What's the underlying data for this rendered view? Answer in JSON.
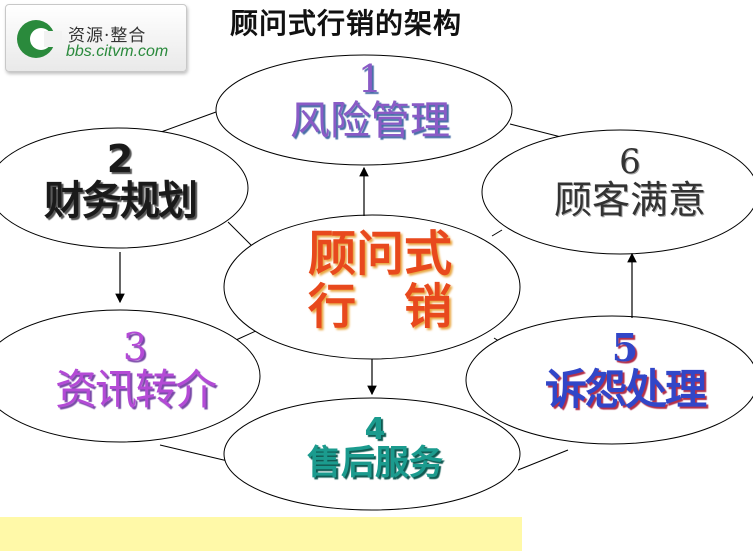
{
  "title": "顾问式行销的架构",
  "logo": {
    "text_cn": "资源·整合",
    "url": "bbs.citvm.com"
  },
  "nodes": {
    "risk": {
      "number": "1",
      "label": "风险管理"
    },
    "finance": {
      "number": "2",
      "label": "财务规划"
    },
    "info": {
      "number": "3",
      "label": "资讯转介"
    },
    "service": {
      "number": "4",
      "label": "售后服务"
    },
    "complaint": {
      "number": "5",
      "label": "诉怨处理"
    },
    "satisfaction": {
      "number": "6",
      "label": "顾客满意"
    },
    "center": {
      "line1": "顾问式",
      "line2": "行　销"
    }
  },
  "colors": {
    "background": "#ffffff",
    "ellipse_stroke": "#000000",
    "center_text": "#e8491d",
    "risk_text": "#8a5bc6",
    "info_text": "#b44ad6",
    "service_text": "#1b9b8e",
    "complaint_text": "#3146c8",
    "highlight_bar": "#fff9a8"
  }
}
